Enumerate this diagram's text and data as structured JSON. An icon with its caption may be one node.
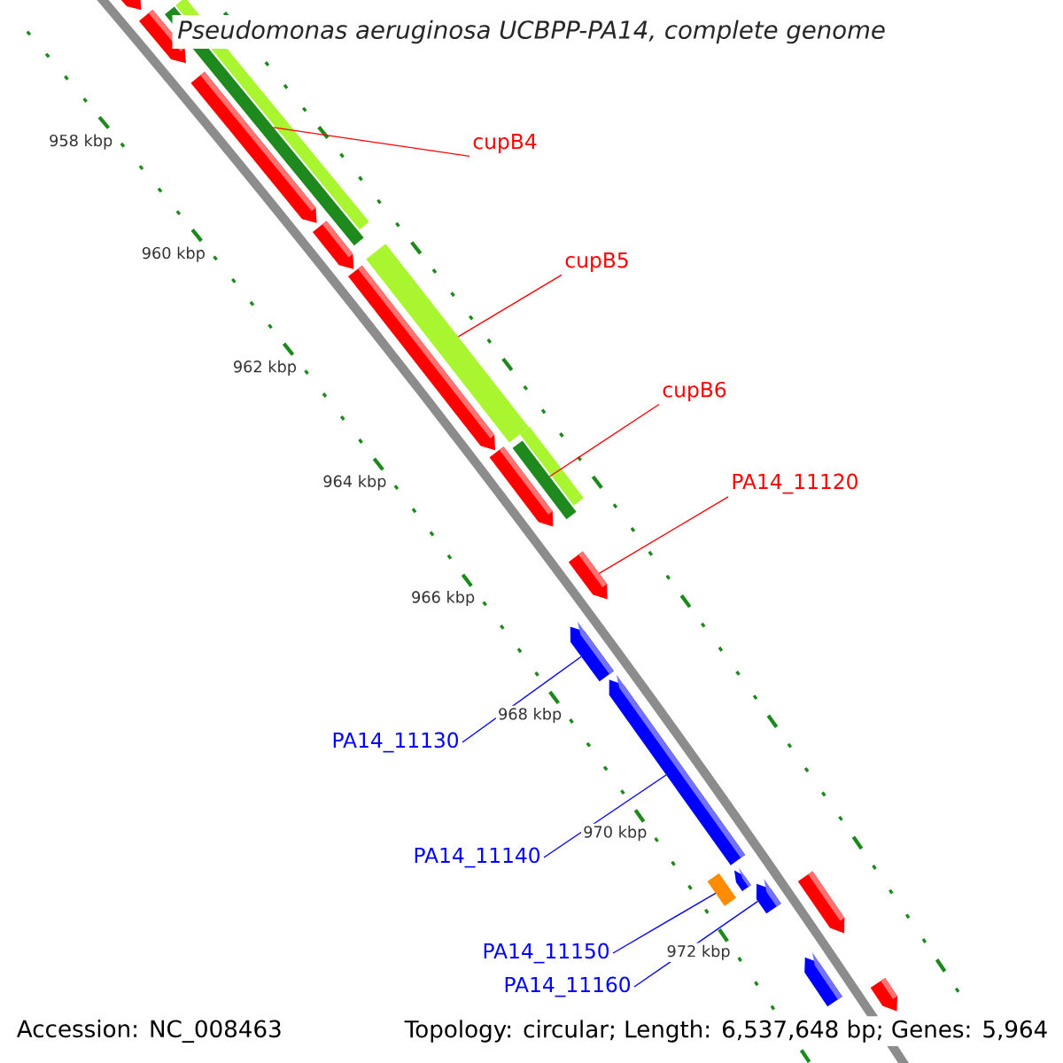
{
  "diagram": {
    "title": "Pseudomonas aeruginosa UCBPP-PA14, complete genome",
    "nodes": [
      {
        "text": [],
        "shape": "pentagon"
      },
      {
        "text": [],
        "shape": "bar"
      },
      {
        "text": [],
        "shape": "bar"
      },
      {
        "text": [],
        "shape": "pentagon"
      },
      {
        "text": [],
        "shape": "pentagon"
      },
      {
        "text": [
          "cupB4"
        ]
      },
      {
        "text": [],
        "shape": "pentagon"
      },
      {
        "text": [
          "cupB5"
        ]
      },
      {
        "text": [],
        "shape": "bar"
      },
      {
        "text": [],
        "shape": "pentagon"
      },
      {
        "text": [
          "cupB6"
        ]
      },
      {
        "text": [],
        "shape": "bar"
      },
      {
        "text": [],
        "shape": "bar"
      },
      {
        "text": [],
        "shape": "pentagon"
      },
      {
        "text": [
          "PA14_11120"
        ]
      },
      {
        "text": [],
        "shape": "pentagon"
      },
      {
        "text": [],
        "shape": "pentagon"
      },
      {
        "text": [],
        "shape": "pentagon"
      },
      {
        "text": [
          "PA14_11130"
        ]
      },
      {
        "text": [],
        "shape": "bar"
      },
      {
        "text": [],
        "shape": "pentagon"
      },
      {
        "text": [],
        "shape": "pentagon"
      },
      {
        "text": [
          "PA14_11140"
        ]
      },
      {
        "text": [],
        "shape": "pentagon"
      },
      {
        "text": [],
        "shape": "pentagon"
      },
      {
        "text": [
          "PA14_11150"
        ]
      },
      {
        "text": [
          "PA14_11160"
        ]
      },
      {
        "text": [],
        "shape": "pentagon"
      }
    ],
    "edges": [
      {
        "from": 5,
        "to": 1,
        "arrow": "none"
      },
      {
        "from": 7,
        "to": 8,
        "arrow": "none"
      },
      {
        "from": 10,
        "to": 11,
        "arrow": "none"
      },
      {
        "from": 14,
        "to": 15,
        "arrow": "none"
      },
      {
        "from": 18,
        "to": 16,
        "arrow": "none",
        "color": "#0000ff"
      },
      {
        "from": 22,
        "to": 17,
        "arrow": "none",
        "color": "#0000ff"
      },
      {
        "from": 25,
        "to": 19,
        "arrow": "none",
        "color": "#0000ff"
      },
      {
        "from": 26,
        "to": 21,
        "arrow": "none",
        "color": "#0000ff"
      }
    ],
    "labels": [
      "958 kbp",
      "960 kbp",
      "962 kbp",
      "964 kbp",
      "966 kbp",
      "968 kbp",
      "970 kbp",
      "972 kbp",
      "Accession: NC_008463",
      "Topology: circular; Length: 6,537,648 bp; Genes: 5,964"
    ]
  }
}
